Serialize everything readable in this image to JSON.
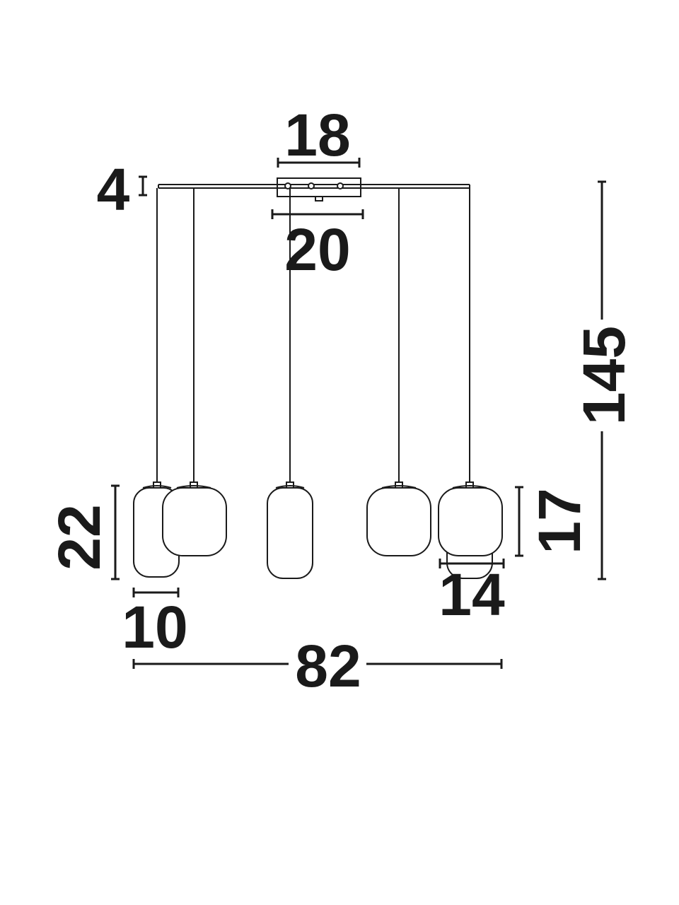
{
  "dimensions": {
    "canopy_top_width": "18",
    "canopy_height": "4",
    "canopy_bottom_width": "20",
    "total_height": "145",
    "shade_tall_height": "22",
    "shade_tall_width": "10",
    "shade_round_height": "17",
    "shade_round_width": "14",
    "total_width": "82"
  },
  "colors": {
    "line": "#1a1a1a",
    "background": "#ffffff"
  }
}
